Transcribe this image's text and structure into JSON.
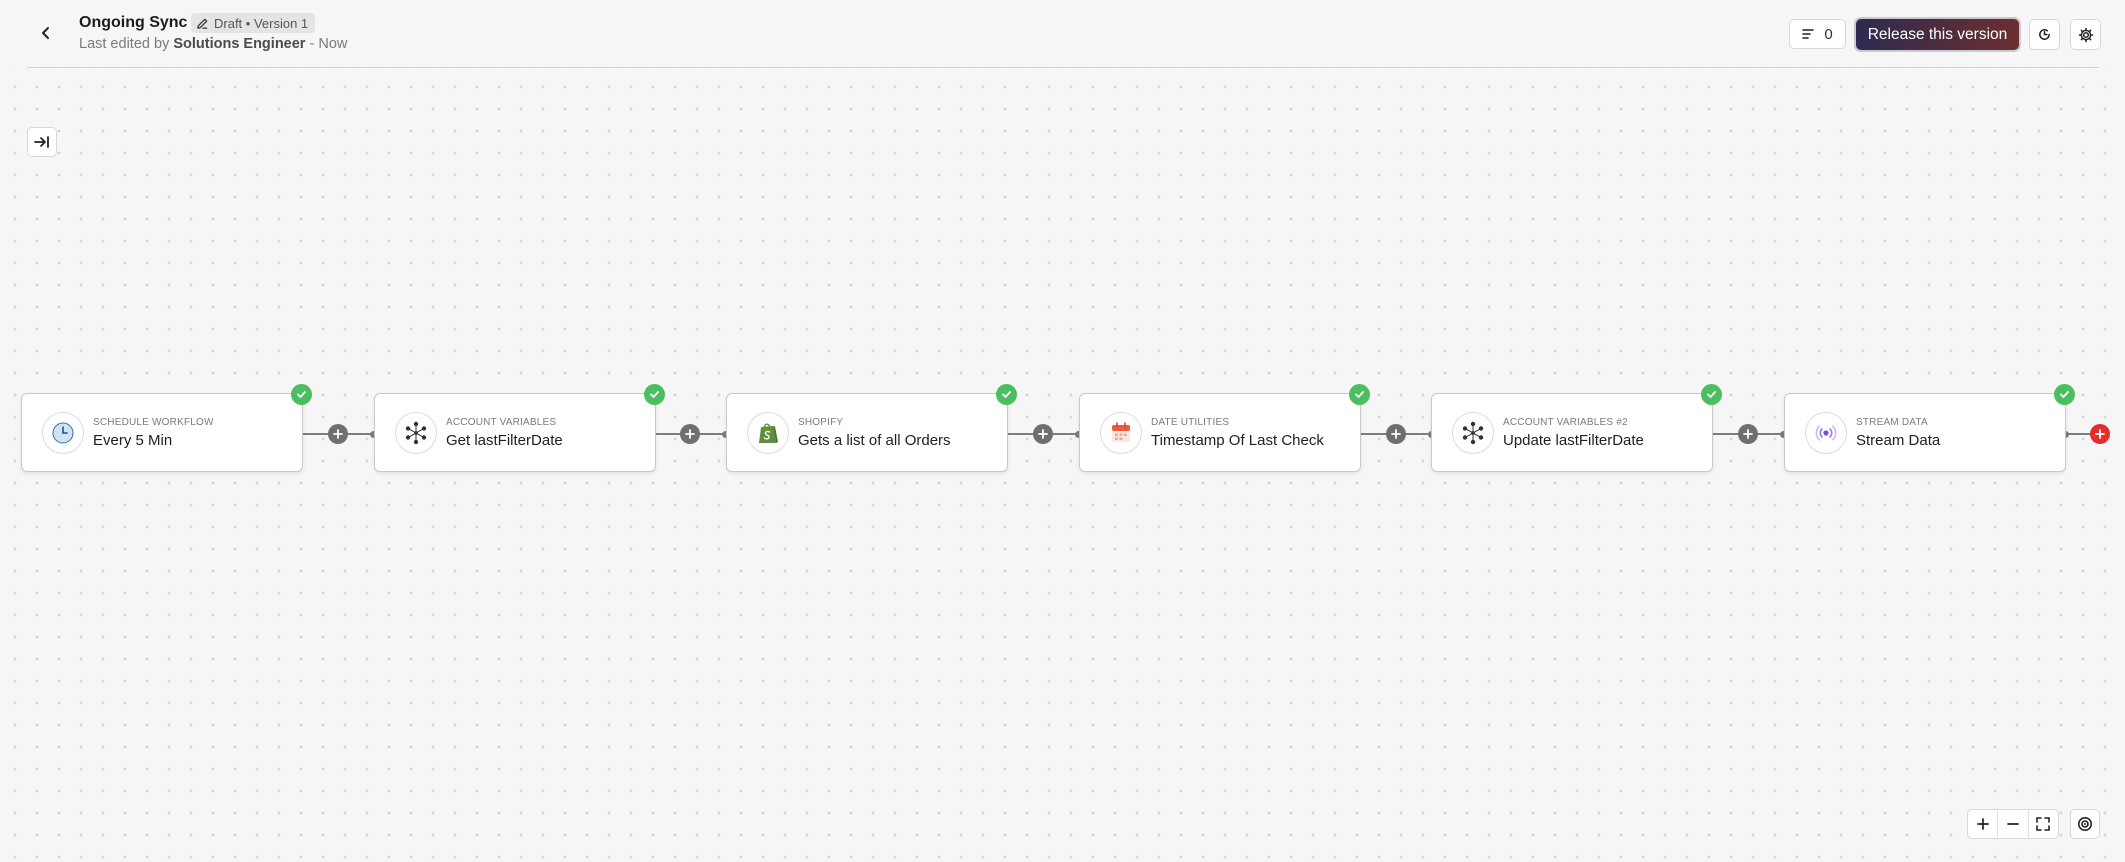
{
  "header": {
    "title": "Ongoing Sync",
    "draft_badge": "Draft • Version 1",
    "subtitle_prefix": "Last edited by",
    "editor": "Solutions Engineer",
    "subtitle_suffix": "- Now",
    "notes_count": "0",
    "release_label": "Release this version"
  },
  "steps": [
    {
      "category": "SCHEDULE WORKFLOW",
      "name": "Every 5 Min",
      "icon": "clock-icon",
      "status": "valid"
    },
    {
      "category": "ACCOUNT VARIABLES",
      "name": "Get lastFilterDate",
      "icon": "variables-icon",
      "status": "valid"
    },
    {
      "category": "SHOPIFY",
      "name": "Gets a list of all Orders",
      "icon": "shopify-icon",
      "status": "valid"
    },
    {
      "category": "DATE UTILITIES",
      "name": "Timestamp Of Last Check",
      "icon": "calendar-icon",
      "status": "valid"
    },
    {
      "category": "ACCOUNT VARIABLES #2",
      "name": "Update lastFilterDate",
      "icon": "variables-icon",
      "status": "valid"
    },
    {
      "category": "STREAM DATA",
      "name": "Stream Data",
      "icon": "stream-icon",
      "status": "valid"
    }
  ],
  "colors": {
    "success": "#4dbd61",
    "add_end": "#e42d2d",
    "release_gradient_start": "#2e2a52",
    "release_gradient_end": "#6b2f31"
  }
}
